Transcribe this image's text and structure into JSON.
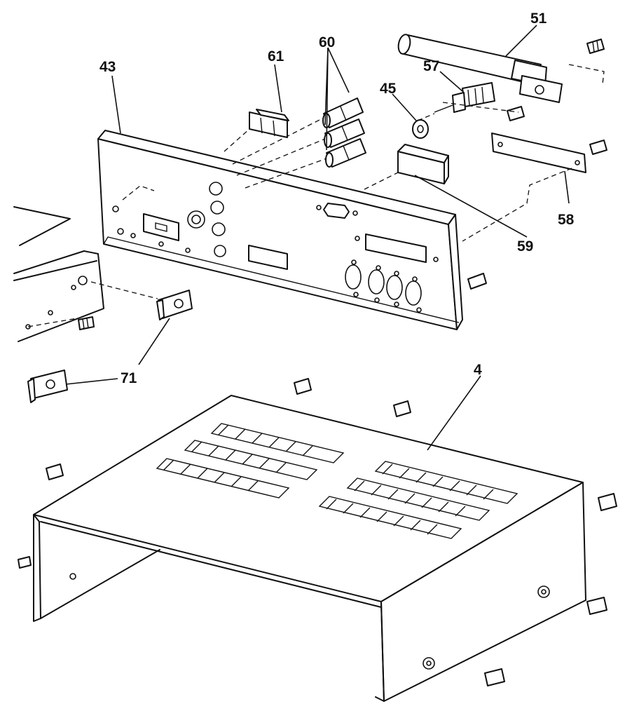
{
  "diagram": {
    "callouts": {
      "c43": "43",
      "c61": "61",
      "c60": "60",
      "c51": "51",
      "c57": "57",
      "c45": "45",
      "c58": "58",
      "c59": "59",
      "c71": "71",
      "c4": "4"
    }
  }
}
